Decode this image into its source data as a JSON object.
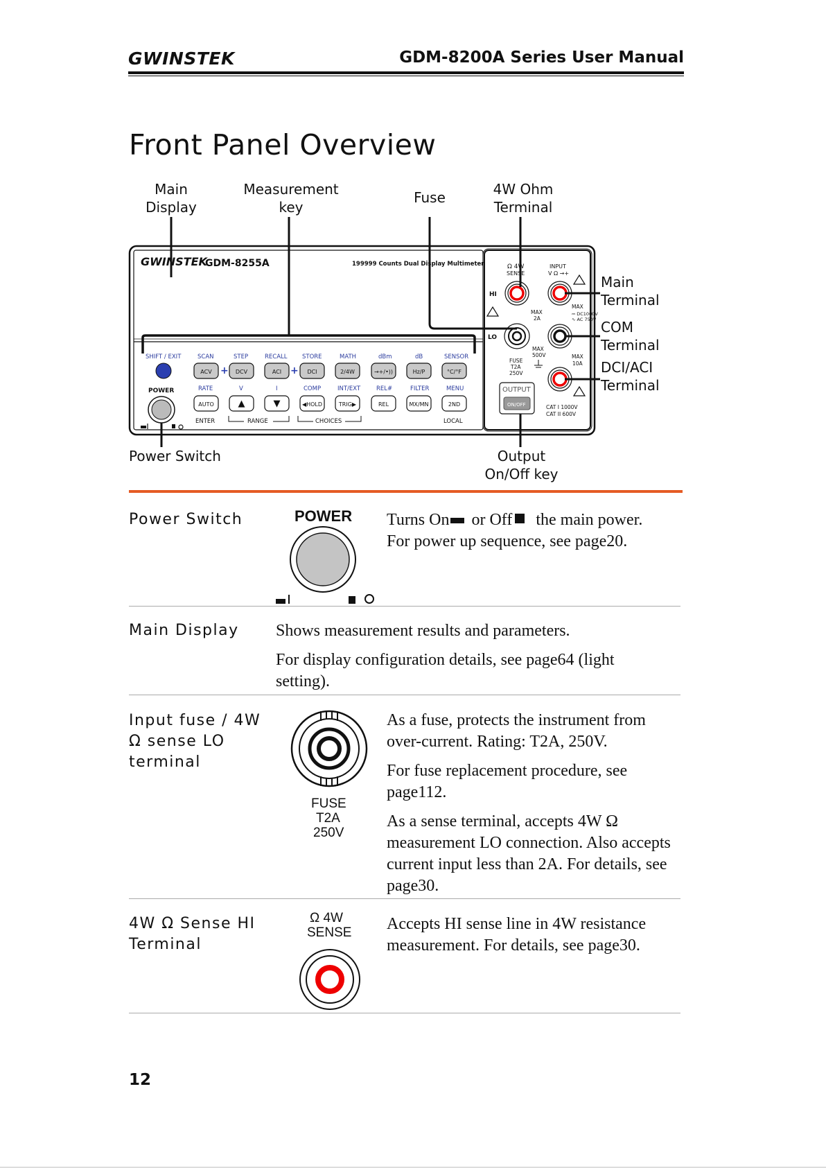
{
  "header": {
    "brand": "GWINSTEK",
    "manual_title": "GDM-8200A Series User Manual"
  },
  "page_heading": "Front Panel Overview",
  "diagram": {
    "callouts": {
      "main_display": [
        "Main",
        "Display"
      ],
      "measurement_key": [
        "Measurement",
        "key"
      ],
      "fuse": "Fuse",
      "ohm4w_terminal": [
        "4W Ohm",
        "Terminal"
      ],
      "main_terminal": [
        "Main",
        "Terminal"
      ],
      "com_terminal": [
        "COM",
        "Terminal"
      ],
      "dci_aci_terminal": [
        "DCI/ACI",
        "Terminal"
      ],
      "power_switch": "Power Switch",
      "output_key": [
        "Output",
        "On/Off key"
      ]
    },
    "panel": {
      "brand": "GWINSTEK",
      "model": "GDM-8255A",
      "description": "199999 Counts Dual Display Multimeter",
      "top_labels": [
        "SHIFT / EXIT",
        "SCAN",
        "STEP",
        "RECALL",
        "STORE",
        "MATH",
        "dBm",
        "dB",
        "SENSOR"
      ],
      "top_keys": [
        "ACV",
        "DCV",
        "ACI",
        "DCI",
        "2/4W",
        "→+/•))",
        "Hz/P",
        "°C/°F"
      ],
      "mid_labels": [
        "RATE",
        "V",
        "I",
        "COMP",
        "INT/EXT",
        "REL#",
        "FILTER",
        "MENU"
      ],
      "bottom_keys": [
        "AUTO",
        "▲",
        "▼",
        "◀HOLD",
        "TRIG▶",
        "REL",
        "MX/MN",
        "2ND"
      ],
      "bottom_labels": [
        "ENTER",
        "RANGE",
        "CHOICES",
        "LOCAL"
      ],
      "power_label": "POWER",
      "terminal_labels": {
        "sense": [
          "Ω 4W",
          "SENSE"
        ],
        "input": [
          "INPUT",
          "V Ω →+"
        ],
        "hi": "HI",
        "lo": "LO",
        "max2a": [
          "MAX",
          "2A"
        ],
        "max_main": [
          "MAX",
          "⎓ DC1000V",
          "∿ AC 750V"
        ],
        "max500": [
          "MAX",
          "500V"
        ],
        "fuse": [
          "FUSE",
          "T2A",
          "250V"
        ],
        "max10a": [
          "MAX",
          "10A"
        ],
        "output": "OUTPUT",
        "onoff": "ON/OFF",
        "cat": [
          "CAT I  1000V",
          "CAT II  600V"
        ]
      }
    }
  },
  "rows": [
    {
      "label": "Power Switch",
      "icon_text": "POWER",
      "paragraphs": [
        "Turns On or Off the main power. For power up sequence, see page20."
      ],
      "text_parts": [
        "Turns On",
        " or Off",
        " the main power.",
        "For power up sequence, see page20."
      ]
    },
    {
      "label": "Main Display",
      "paragraphs": [
        "Shows measurement results and parameters.",
        "For display configuration details, see page64 (light setting)."
      ]
    },
    {
      "label": "Input fuse / 4W Ω sense LO terminal",
      "icon_text": [
        "FUSE",
        "T2A",
        "250V"
      ],
      "paragraphs": [
        "As a fuse, protects the instrument from over-current. Rating: T2A, 250V.",
        "For fuse replacement procedure, see page112.",
        "As a sense terminal, accepts 4W Ω measurement LO connection. Also accepts current input less than 2A. For details, see page30."
      ]
    },
    {
      "label": "4W Ω Sense HI Terminal",
      "icon_text": [
        "Ω  4W",
        "SENSE"
      ],
      "paragraphs": [
        "Accepts HI sense line in 4W resistance measurement. For details, see page30."
      ]
    }
  ],
  "page_number": "12"
}
